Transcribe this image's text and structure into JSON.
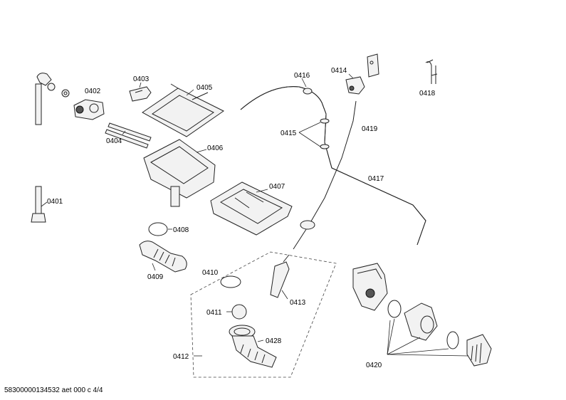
{
  "labels": {
    "p0401": "0401",
    "p0402": "0402",
    "p0403": "0403",
    "p0404": "0404",
    "p0405": "0405",
    "p0406": "0406",
    "p0407": "0407",
    "p0408": "0408",
    "p0409": "0409",
    "p0410": "0410",
    "p0411": "0411",
    "p0412": "0412",
    "p0413": "0413",
    "p0414": "0414",
    "p0415": "0415",
    "p0416": "0416",
    "p0417": "0417",
    "p0418": "0418",
    "p0419": "0419",
    "p0420": "0420",
    "p0428": "0428"
  },
  "footer": "58300000134532 aet 000 c 4/4"
}
